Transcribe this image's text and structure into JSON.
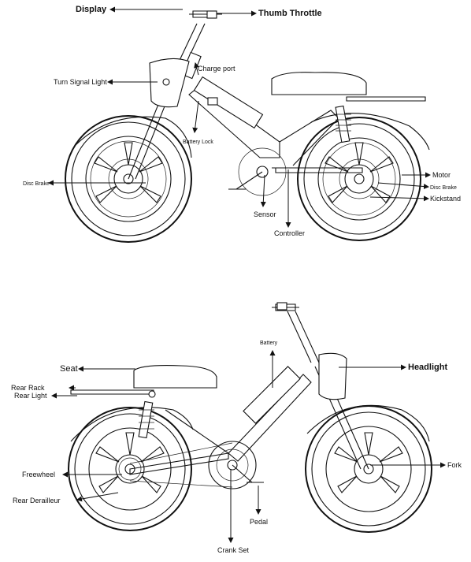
{
  "labels": {
    "top": {
      "display": "Display",
      "thumb_throttle": "Thumb Throttle",
      "charge_port": "Charge port",
      "turn_signal_light": "Turn Signal Light",
      "battery_lock": "Battery Lock",
      "disc_brake_front": "Disc Brake",
      "motor": "Motor",
      "disc_brake_rear": "Disc Brake",
      "kickstand": "Kickstand",
      "sensor": "Sensor",
      "controller": "Controller"
    },
    "bottom": {
      "battery": "Battery",
      "seat": "Seat",
      "headlight": "Headlight",
      "rear_rack": "Rear Rack",
      "rear_light": "Rear Light",
      "freewheel": "Freewheel",
      "fork": "Fork",
      "rear_derailleur": "Rear Derailleur",
      "pedal": "Pedal",
      "crank_set": "Crank Set"
    }
  }
}
